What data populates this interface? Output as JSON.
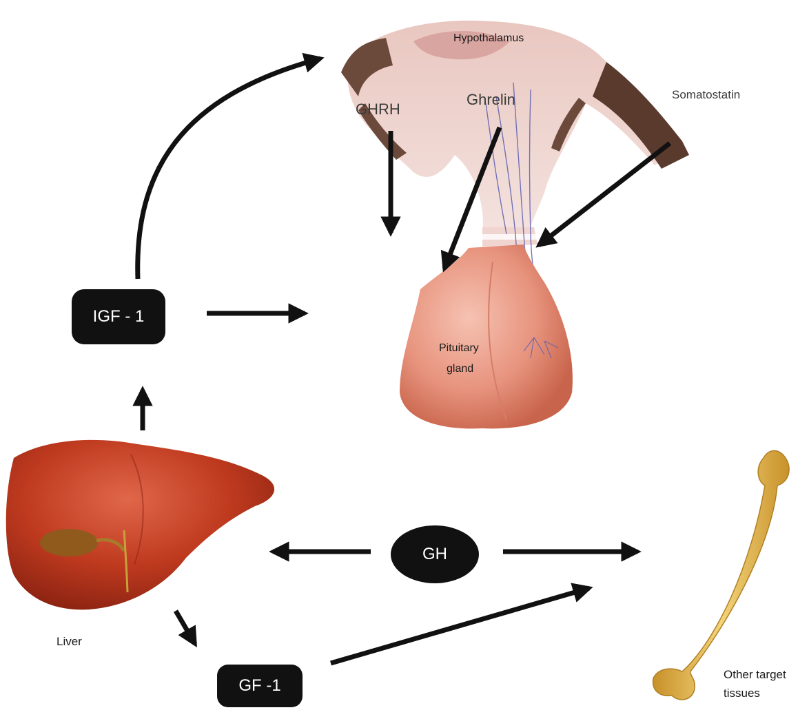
{
  "labels": {
    "hypothalamus": "Hypothalamus",
    "ghrh": "GHRH",
    "ghrelin": "Ghrelin",
    "somatostatin": "Somatostatin",
    "pituitary_line1": "Pituitary",
    "pituitary_line2": "gland",
    "liver": "Liver",
    "other_line1": "Other target",
    "other_line2": "tissues"
  },
  "boxes": {
    "igf1": "IGF - 1",
    "gh": "GH",
    "gf1": "GF -1"
  },
  "colors": {
    "arrow": "#111111",
    "box": "#111111",
    "pituitary": "#e79a86",
    "liver": "#b8361c",
    "bone": "#e2b64e",
    "hypothalamus": "#6b4a3c"
  }
}
